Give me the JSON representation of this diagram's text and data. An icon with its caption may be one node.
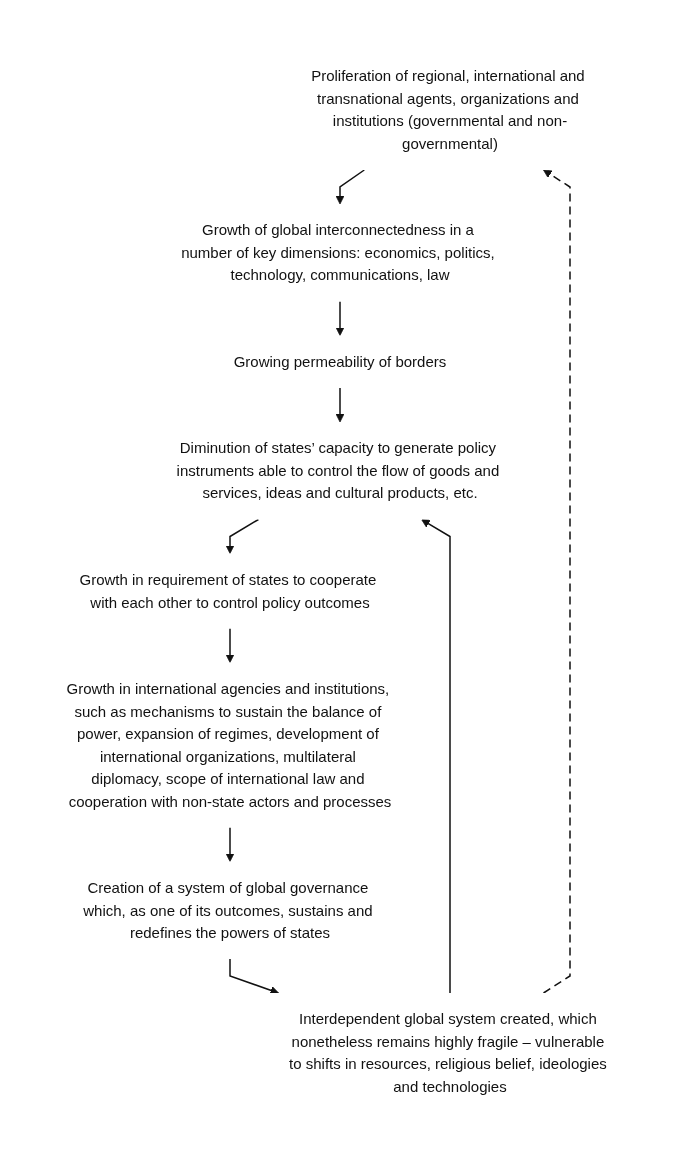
{
  "diagram": {
    "nodes": [
      {
        "text": [
          "Proliferation of regional, international and transnational agents, organizations and institutions (governmental and non-governmental)"
        ]
      },
      {
        "text": [
          "Growth of global interconnectedness in a number of key dimensions: economics, politics, technology, communications, law"
        ]
      },
      {
        "text": [
          "Growing permeability of borders"
        ]
      },
      {
        "text": [
          "Diminution of states’ capacity to generate policy instruments able to control the flow of goods and services, ideas and cultural products, etc."
        ]
      },
      {
        "text": [
          "Growth in requirement of states to cooperate with each other to control policy outcomes"
        ]
      },
      {
        "text": [
          "Growth in international agencies and institutions, such as mechanisms to sustain the balance of power, expansion of regimes, development of international organizations, multilateral diplomacy, scope of international law and cooperation with non-state actors and processes"
        ]
      },
      {
        "text": [
          "Creation of a system of global governance which, as one of its outcomes, sustains and redefines the powers of states"
        ]
      },
      {
        "text": [
          "Interdependent global system created, which nonetheless remains highly fragile – vulnerable to shifts in resources, religious belief, ideologies and technologies"
        ]
      }
    ],
    "edges": [
      {
        "from": 0,
        "to": 1,
        "arrow": "to"
      },
      {
        "from": 1,
        "to": 2,
        "arrow": "to"
      },
      {
        "from": 2,
        "to": 3,
        "arrow": "to"
      },
      {
        "from": 3,
        "to": 4,
        "arrow": "to"
      },
      {
        "from": 4,
        "to": 5,
        "arrow": "to"
      },
      {
        "from": 5,
        "to": 6,
        "arrow": "to"
      },
      {
        "from": 6,
        "to": 7,
        "arrow": "to"
      },
      {
        "from": 7,
        "to": 3,
        "arrow": "to"
      },
      {
        "from": 7,
        "to": 0,
        "arrow": "to",
        "style": "dashed"
      }
    ]
  }
}
